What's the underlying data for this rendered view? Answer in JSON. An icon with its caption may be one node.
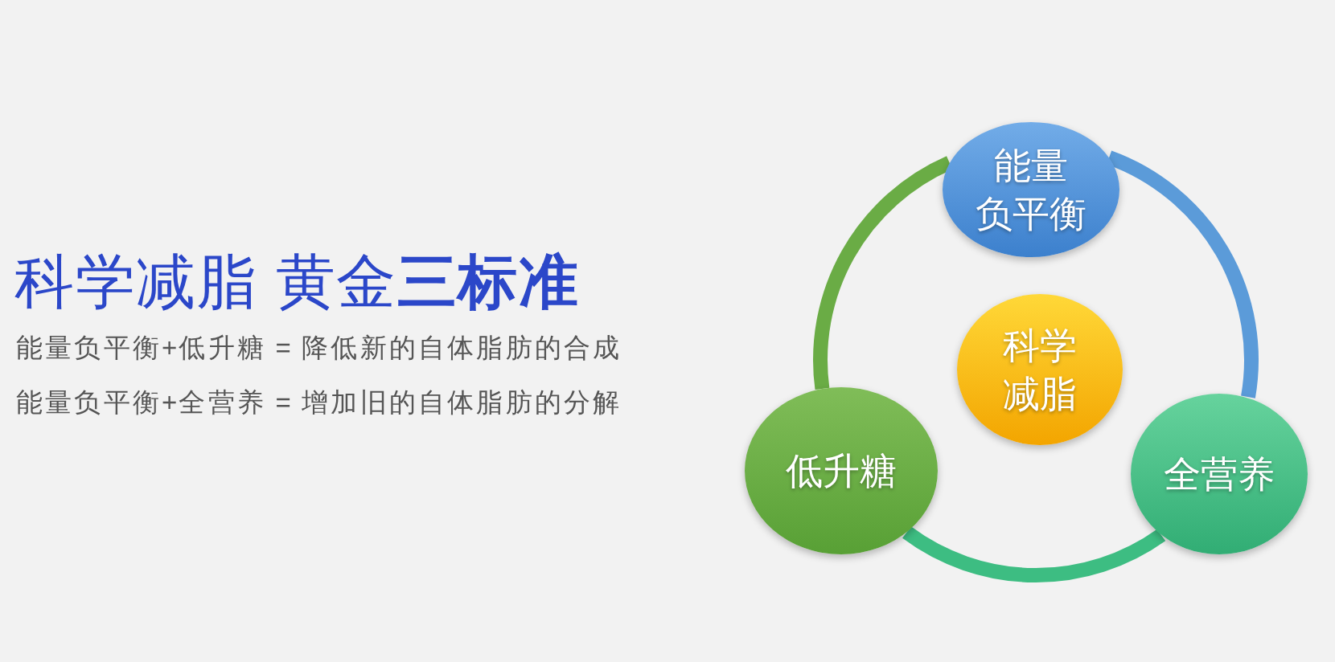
{
  "diagram": {
    "title": "科学减脂 黄金**三标准**",
    "nodes": [
      {
        "text": [
          "能量负平衡"
        ]
      },
      {
        "text": [
          "科学减脂"
        ]
      },
      {
        "text": [
          "低升糖"
        ]
      },
      {
        "text": [
          "全营养"
        ]
      }
    ],
    "edges": [
      {
        "from": 0,
        "to": 2,
        "arrow": "none",
        "color": "#6aac45"
      },
      {
        "from": 0,
        "to": 3,
        "arrow": "none",
        "color": "#5b9bd9"
      },
      {
        "from": 2,
        "to": 3,
        "arrow": "none",
        "color": "#3dbd82"
      }
    ],
    "labels": [
      "能量负平衡+低升糖 = 降低新的自体脂肪的合成",
      "能量负平衡+全营养 = 增加旧的自体脂肪的分解"
    ]
  }
}
